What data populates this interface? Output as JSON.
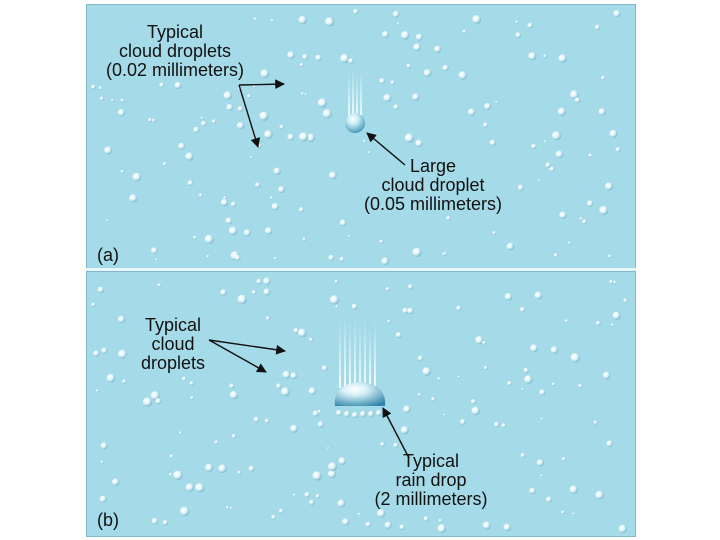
{
  "panel_a": {
    "letter": "(a)",
    "typical": {
      "line1": "Typical",
      "line2": "cloud droplets",
      "line3": "(0.02 millimeters)"
    },
    "large": {
      "line1": "Large",
      "line2": "cloud droplet",
      "line3": "(0.05 millimeters)"
    }
  },
  "panel_b": {
    "letter": "(b)",
    "typical": {
      "line1": "Typical",
      "line2": "cloud",
      "line3": "droplets"
    },
    "raindrop": {
      "line1": "Typical",
      "line2": "rain drop",
      "line3": "(2 millimeters)"
    }
  },
  "colors": {
    "background": "#a5dbe8",
    "droplet": "#ffffff",
    "droplet_shade": "#6fb6cc",
    "divider": "#e8f6fa"
  }
}
